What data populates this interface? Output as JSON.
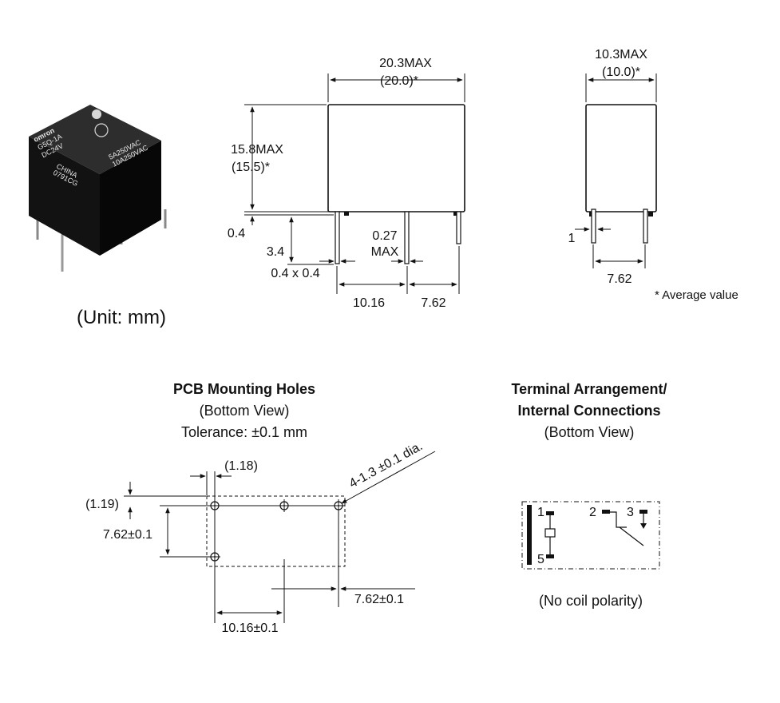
{
  "unit_note": "(Unit: mm)",
  "average_note": "* Average value",
  "relay_photo": {
    "brand": "omron",
    "model": "G5Q-1A",
    "coil": "DC24V",
    "origin": "CHINA",
    "lot": "0791CG",
    "rating1": "5A250VAC",
    "rating2": "10A250VAC"
  },
  "front_view": {
    "width_max": "20.3MAX",
    "width_avg": "(20.0)*",
    "height_max": "15.8MAX",
    "height_avg": "(15.5)*",
    "standoff": "0.4",
    "pin_length": "3.4",
    "pin_section": "0.4 x 0.4",
    "pin_tol_value": "0.27",
    "pin_tol_max": "MAX",
    "pitch_1": "10.16",
    "pitch_2": "7.62"
  },
  "side_view": {
    "width_max": "10.3MAX",
    "width_avg": "(10.0)*",
    "pin_offset": "1",
    "pitch": "7.62"
  },
  "pcb_holes": {
    "title": "PCB Mounting Holes",
    "subtitle": "(Bottom View)",
    "tolerance": "Tolerance: ±0.1 mm",
    "dim_x_offset": "(1.18)",
    "dim_y_offset": "(1.19)",
    "dim_vertical": "7.62±0.1",
    "hole_spec": "4-1.3 ±0.1 dia.",
    "dim_right": "7.62±0.1",
    "dim_bottom": "10.16±0.1"
  },
  "terminals": {
    "title_line1": "Terminal Arrangement/",
    "title_line2": "Internal Connections",
    "subtitle": "(Bottom View)",
    "pin1": "1",
    "pin2": "2",
    "pin3": "3",
    "pin5": "5",
    "note": "(No coil polarity)"
  }
}
